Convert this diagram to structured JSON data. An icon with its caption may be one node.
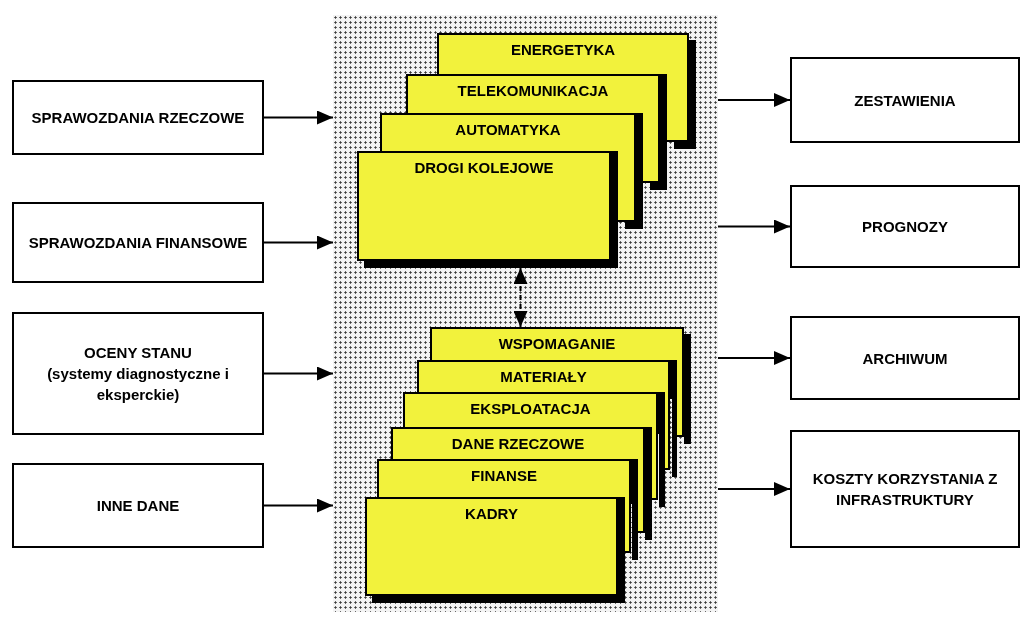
{
  "diagram": {
    "nodes": [
      {
        "text": [
          "SPRAWOZDANIA RZECZOWE"
        ]
      },
      {
        "text": [
          "SPRAWOZDANIA FINANSOWE"
        ]
      },
      {
        "text": [
          "OCENY STANU",
          "(systemy diagnostyczne i eksperckie)"
        ]
      },
      {
        "text": [
          "INNE DANE"
        ]
      },
      {
        "text": [],
        "shape": "box"
      },
      {
        "text": [
          "ENERGETYKA"
        ],
        "in": 4
      },
      {
        "text": [
          "TELEKOMUNIKACJA"
        ],
        "in": 4
      },
      {
        "text": [
          "AUTOMATYKA"
        ],
        "in": 4
      },
      {
        "text": [
          "DROGI KOLEJOWE"
        ],
        "in": 4
      },
      {
        "text": [
          "WSPOMAGANIE"
        ],
        "in": 4
      },
      {
        "text": [
          "MATERIAŁY"
        ],
        "in": 4
      },
      {
        "text": [
          "EKSPLOATACJA"
        ],
        "in": 4
      },
      {
        "text": [
          "DANE RZECZOWE"
        ],
        "in": 4
      },
      {
        "text": [
          "FINANSE"
        ],
        "in": 4
      },
      {
        "text": [
          "KADRY"
        ],
        "in": 4
      },
      {
        "text": [
          "ZESTAWIENIA"
        ]
      },
      {
        "text": [
          "PROGNOZY"
        ]
      },
      {
        "text": [
          "ARCHIWUM"
        ]
      },
      {
        "text": [
          "KOSZTY KORZYSTANIA Z INFRASTRUKTURY"
        ]
      }
    ],
    "edges": [
      {
        "from": 0,
        "to": 4,
        "arrow": "to"
      },
      {
        "from": 1,
        "to": 4,
        "arrow": "to"
      },
      {
        "from": 2,
        "to": 4,
        "arrow": "to"
      },
      {
        "from": 3,
        "to": 4,
        "arrow": "to"
      },
      {
        "from": 8,
        "to": 9,
        "arrow": "both",
        "style": "dashed"
      },
      {
        "from": 4,
        "to": 15,
        "arrow": "to"
      },
      {
        "from": 4,
        "to": 16,
        "arrow": "to"
      },
      {
        "from": 4,
        "to": 17,
        "arrow": "to"
      },
      {
        "from": 4,
        "to": 18,
        "arrow": "to"
      }
    ]
  }
}
